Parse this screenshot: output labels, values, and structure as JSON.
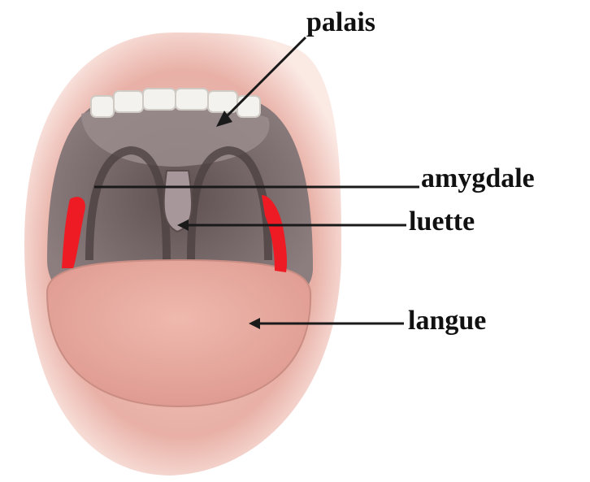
{
  "labels": {
    "palais": "palais",
    "amygdale": "amygdale",
    "luette": "luette",
    "langue": "langue"
  },
  "colors": {
    "lips": "#e4a79f",
    "lips_inner": "#f1c6bd",
    "throat": "#6f6060",
    "palate": "#8d7f80",
    "tongue": "#e7aaa0",
    "teeth": "#f4f2ef",
    "tonsil_highlight": "#ee1b24",
    "leader_line": "#1a1a1a"
  }
}
